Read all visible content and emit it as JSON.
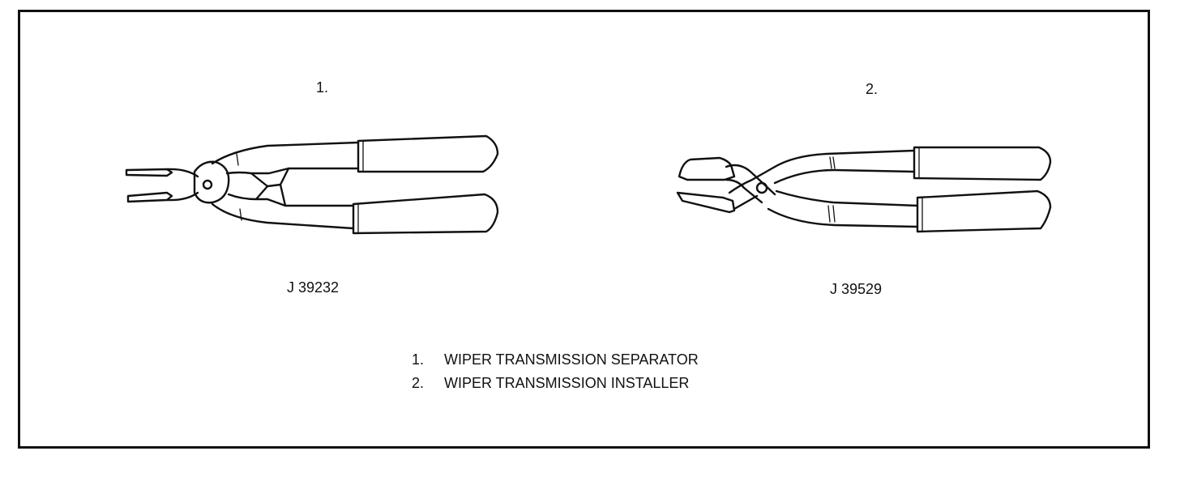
{
  "tools": [
    {
      "number": "1.",
      "code": "J 39232"
    },
    {
      "number": "2.",
      "code": "J 39529"
    }
  ],
  "legend": [
    {
      "number": "1.",
      "label": "WIPER TRANSMISSION SEPARATOR"
    },
    {
      "number": "2.",
      "label": "WIPER TRANSMISSION INSTALLER"
    }
  ]
}
